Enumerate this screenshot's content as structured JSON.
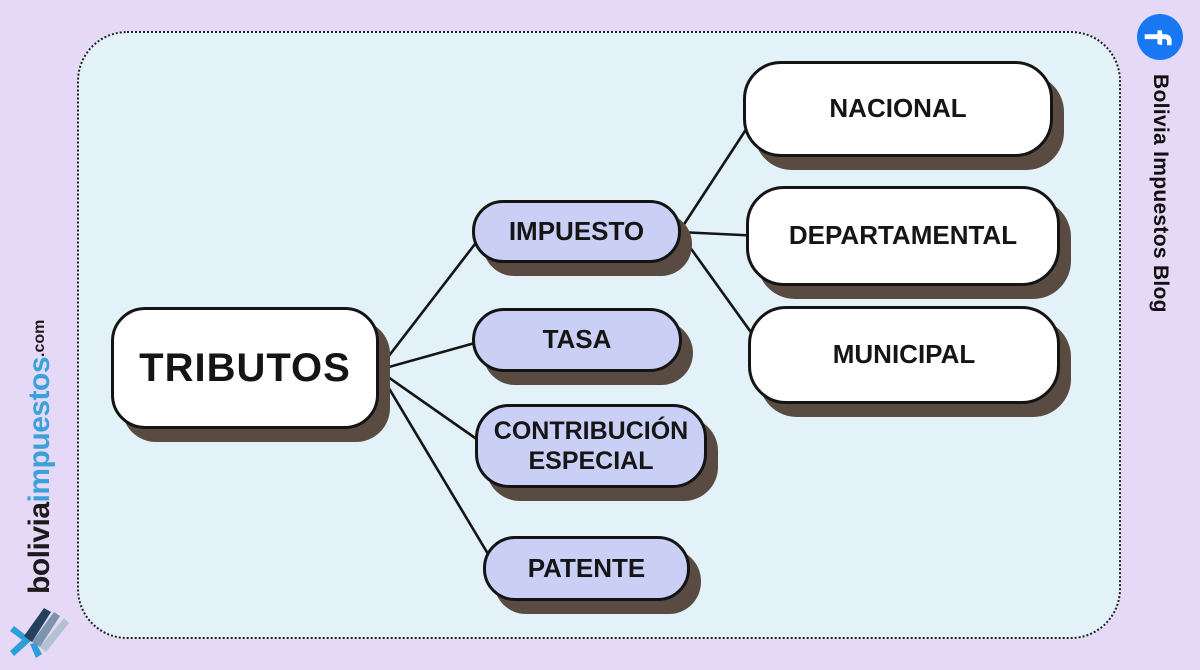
{
  "colors": {
    "outer_background": "#e6d8f7",
    "panel_background": "#e3f2f8",
    "node_purple_fill": "#c9cff5",
    "node_white_fill": "#ffffff",
    "stroke_and_text": "#141414",
    "shadow": "#594b41",
    "facebook_blue": "#1877f2",
    "brand_blue": "#3ba2d9"
  },
  "diagram": {
    "root": {
      "label": "TRIBUTOS"
    },
    "branches": [
      {
        "label": "IMPUESTO"
      },
      {
        "label": "TASA"
      },
      {
        "label": "CONTRIBUCIÓN ESPECIAL"
      },
      {
        "label": "PATENTE"
      }
    ],
    "impuesto_children": [
      {
        "label": "NACIONAL"
      },
      {
        "label": "DEPARTAMENTAL"
      },
      {
        "label": "MUNICIPAL"
      }
    ]
  },
  "branding": {
    "left_site": {
      "part_black": "bolivia",
      "part_blue": "impuestos",
      "tld": ".com",
      "logo_icon": "book-pages-logo"
    },
    "right_blog": {
      "icon": "facebook-icon",
      "label": "Bolivia Impuestos Blog"
    }
  }
}
